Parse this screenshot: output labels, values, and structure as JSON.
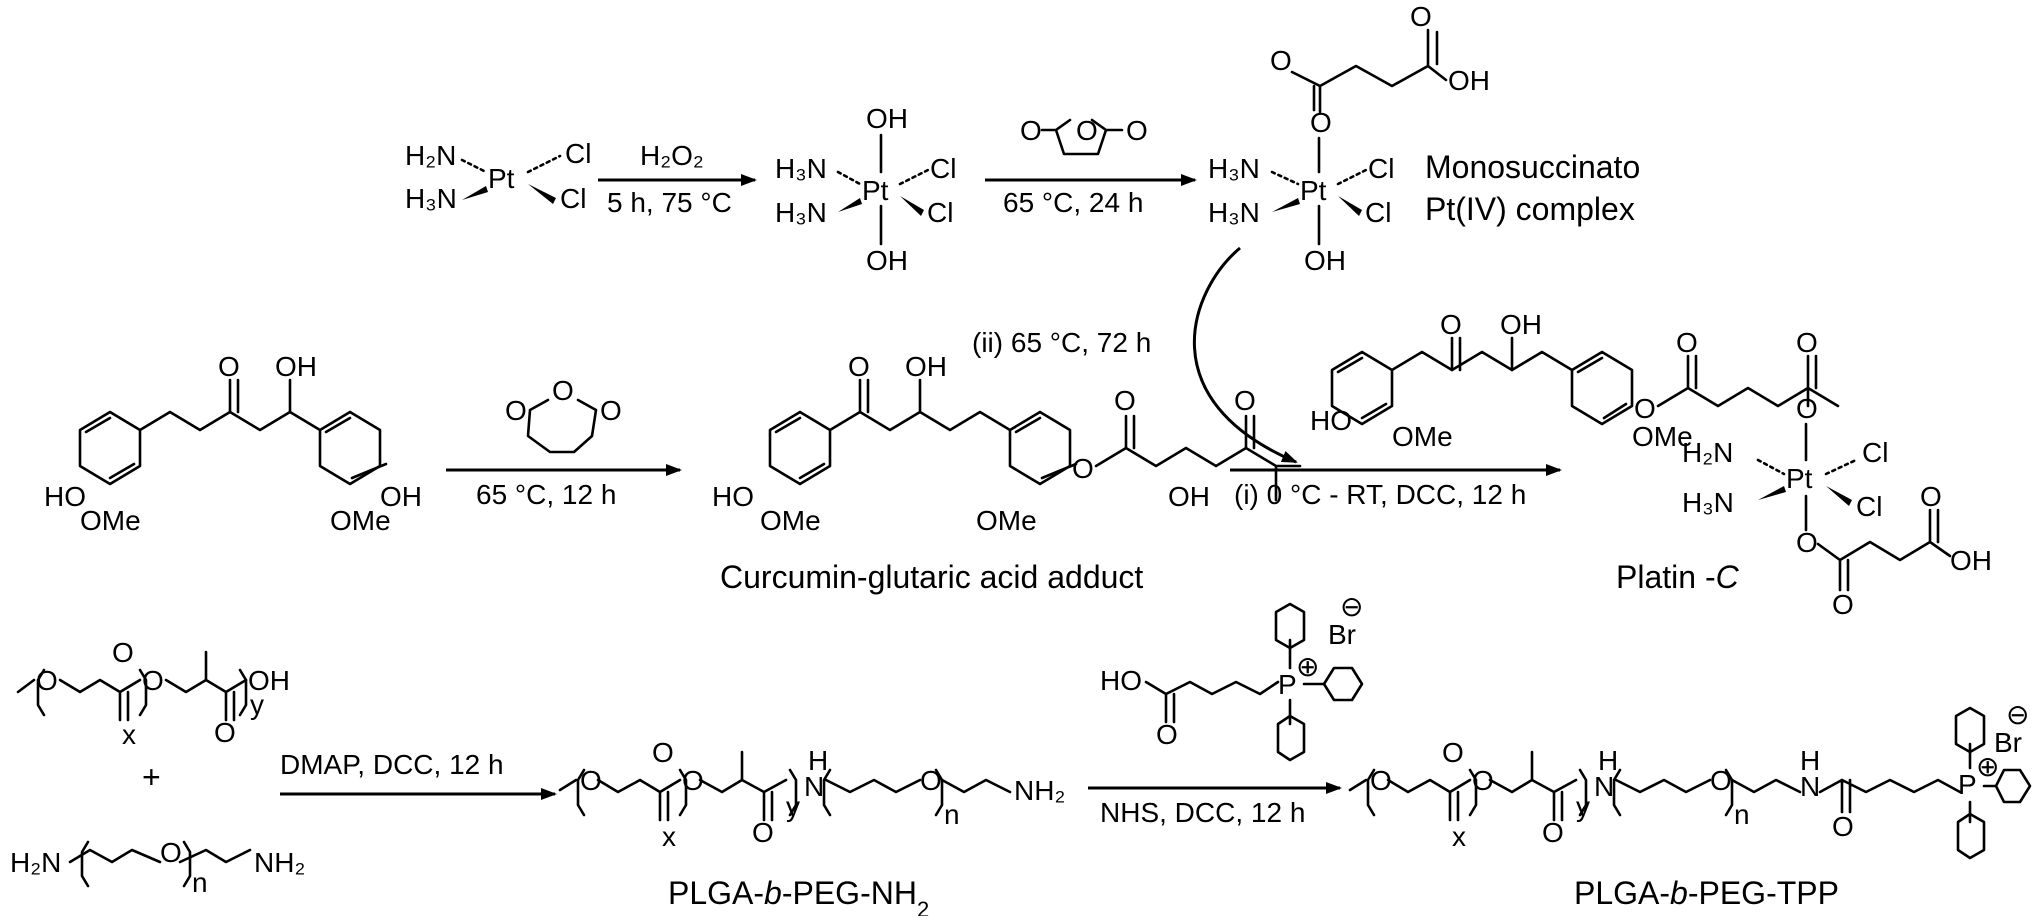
{
  "scheme": {
    "row1": {
      "arrow1": {
        "top": "H₂O₂",
        "bottom": "5 h, 75 °C"
      },
      "arrow2": {
        "bottom": "65 °C, 24 h"
      },
      "product_label_1": "Monosuccinato",
      "product_label_2": "Pt(IV) complex",
      "curved_arrow_label": "(ii) 65 °C, 72 h"
    },
    "row2": {
      "arrow1": {
        "bottom": "65 °C, 12 h"
      },
      "adduct_caption": "Curcumin-glutaric acid adduct",
      "arrow2": {
        "bottom": "(i) 0 °C - RT, DCC, 12 h"
      },
      "product_caption_main": "Platin -",
      "product_caption_italic": "C"
    },
    "row3": {
      "plus": "+",
      "arrow1": {
        "top": "DMAP, DCC, 12 h"
      },
      "arrow2": {
        "bottom": "NHS, DCC, 12 h"
      },
      "caption1": {
        "a": "PLGA-",
        "b": "b",
        "c": "-PEG-NH",
        "sub": "2"
      },
      "caption2": {
        "a": "PLGA-",
        "b": "b",
        "c": "-PEG-TPP"
      },
      "bromide": "Br",
      "anion_sign": "⊖"
    }
  },
  "atoms": {
    "H2N": "H₂N",
    "H3N": "H₃N",
    "Pt": "Pt",
    "Cl": "Cl",
    "OH": "OH",
    "O": "O",
    "HO": "HO",
    "OMe": "OMe",
    "NH2": "NH₂",
    "H2N_left": "H₂N",
    "H": "H",
    "N": "N",
    "HN": "N",
    "P": "P",
    "plus_charge": "⊕",
    "x": "x",
    "y": "y",
    "n": "n"
  }
}
